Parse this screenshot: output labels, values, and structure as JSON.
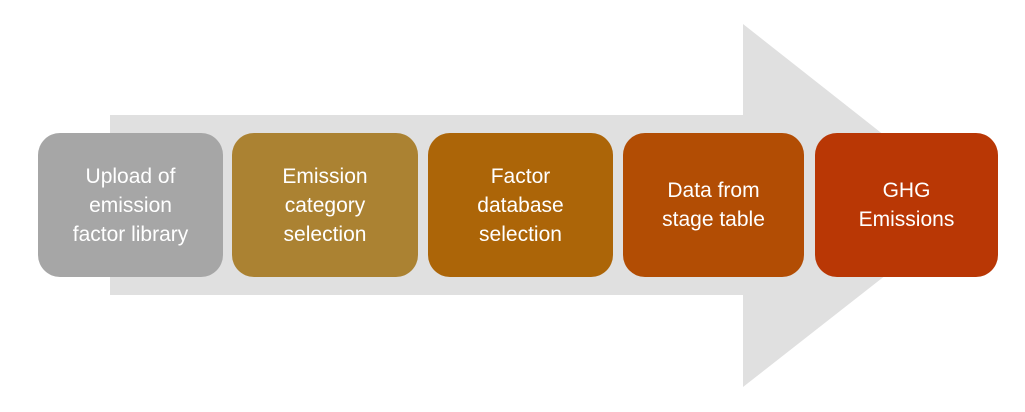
{
  "diagram": {
    "type": "process-flow-arrow",
    "text_color": "#ffffff",
    "arrow": {
      "color": "#e0e0e0",
      "direction": "right"
    },
    "steps": [
      {
        "label": "Upload of\nemission\nfactor library",
        "color": "#a6a6a6"
      },
      {
        "label": "Emission\ncategory\nselection",
        "color": "#ab8232"
      },
      {
        "label": "Factor\ndatabase\nselection",
        "color": "#ac6508"
      },
      {
        "label": "Data from\nstage table",
        "color": "#b24d04"
      },
      {
        "label": "GHG\nEmissions",
        "color": "#b93705"
      }
    ]
  }
}
